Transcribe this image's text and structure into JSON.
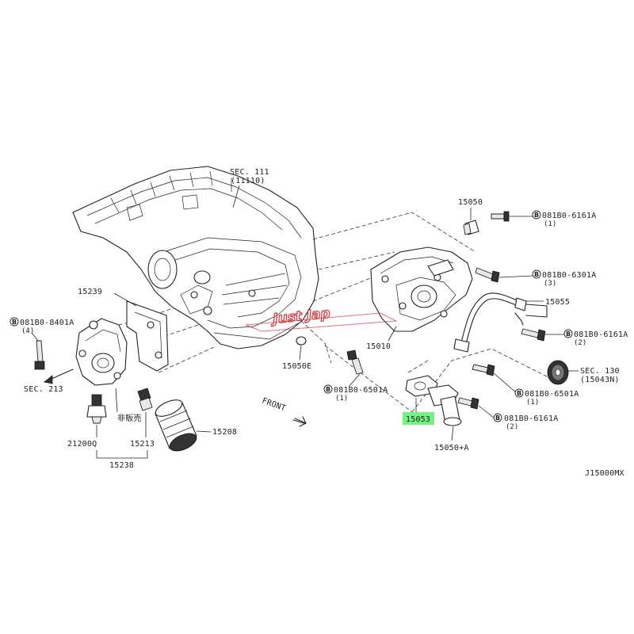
{
  "diagram": {
    "code": "J15000MX",
    "watermark": "Just Jap",
    "labels": {
      "sec111": "SEC. 111",
      "sec111_ref": "(11110)",
      "p15050": "15050",
      "b_6161a_top": "081B0-6161A",
      "b_6161a_top_qty": "(1)",
      "b_6301a": "081B0-6301A",
      "b_6301a_qty": "(3)",
      "p15055": "15055",
      "b_6161a_mid": "081B0-6161A",
      "b_6161a_mid_qty": "(2)",
      "sec130": "SEC. 130",
      "sec130_ref": "(15043N)",
      "b_6501a_right": "081B0-6501A",
      "b_6501a_right_qty": "(1)",
      "b_6161a_low": "081B0-6161A",
      "b_6161a_low_qty": "(2)",
      "p15050a": "15050+A",
      "p15053": "15053",
      "p15010": "15010",
      "b_6501a_left": "081B0-6501A",
      "b_6501a_left_qty": "(1)",
      "p15050e": "15050E",
      "front": "FRONT",
      "p15239": "15239",
      "b_8401a": "081B0-8401A",
      "b_8401a_qty": "(4)",
      "sec213": "SEC. 213",
      "p21200q": "21200Q",
      "not_sold": "非販売",
      "p15213": "15213",
      "p15208": "15208",
      "p15238": "15238"
    },
    "bolt_marker": "B",
    "highlight_color": "#5df06a",
    "watermark_color": "#d1353a"
  }
}
